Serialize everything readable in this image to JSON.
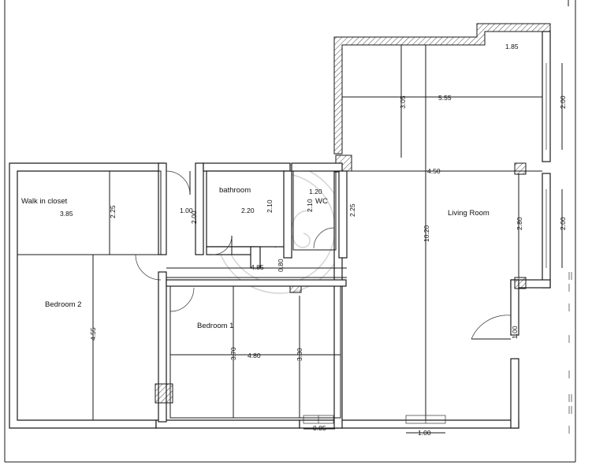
{
  "rooms": {
    "walk_in_closet": "Walk in closet",
    "bathroom": "bathroom",
    "wc": "WC",
    "bedroom2": "Bedroom 2",
    "bedroom1": "Bedroom 1",
    "living_room": "Living Room"
  },
  "dimensions": {
    "d_1_85": "1.85",
    "d_3_05": "3.05",
    "d_5_55": "5.55",
    "d_2_00_top": "2.00",
    "d_4_50": "4.50",
    "d_3_85": "3.85",
    "d_2_25_closet": "2.25",
    "d_1_00_closet": "1.00",
    "d_2_00_closet": "2.00",
    "d_2_20": "2.20",
    "d_2_10_bath": "2.10",
    "d_1_20": "1.20",
    "d_2_10_wc": "2.10",
    "d_2_25_wc": "2.25",
    "d_10_20": "10.20",
    "d_2_80": "2.80",
    "d_2_00_right": "2.00",
    "d_4_85": "4.85",
    "d_0_80": "0.80",
    "d_4_55": "4.55",
    "d_3_70": "3.70",
    "d_4_80": "4.80",
    "d_3_30": "3.30",
    "d_1_00_living": "1.00",
    "d_0_85": "0.85",
    "d_1_00_bottom": "1.00"
  }
}
